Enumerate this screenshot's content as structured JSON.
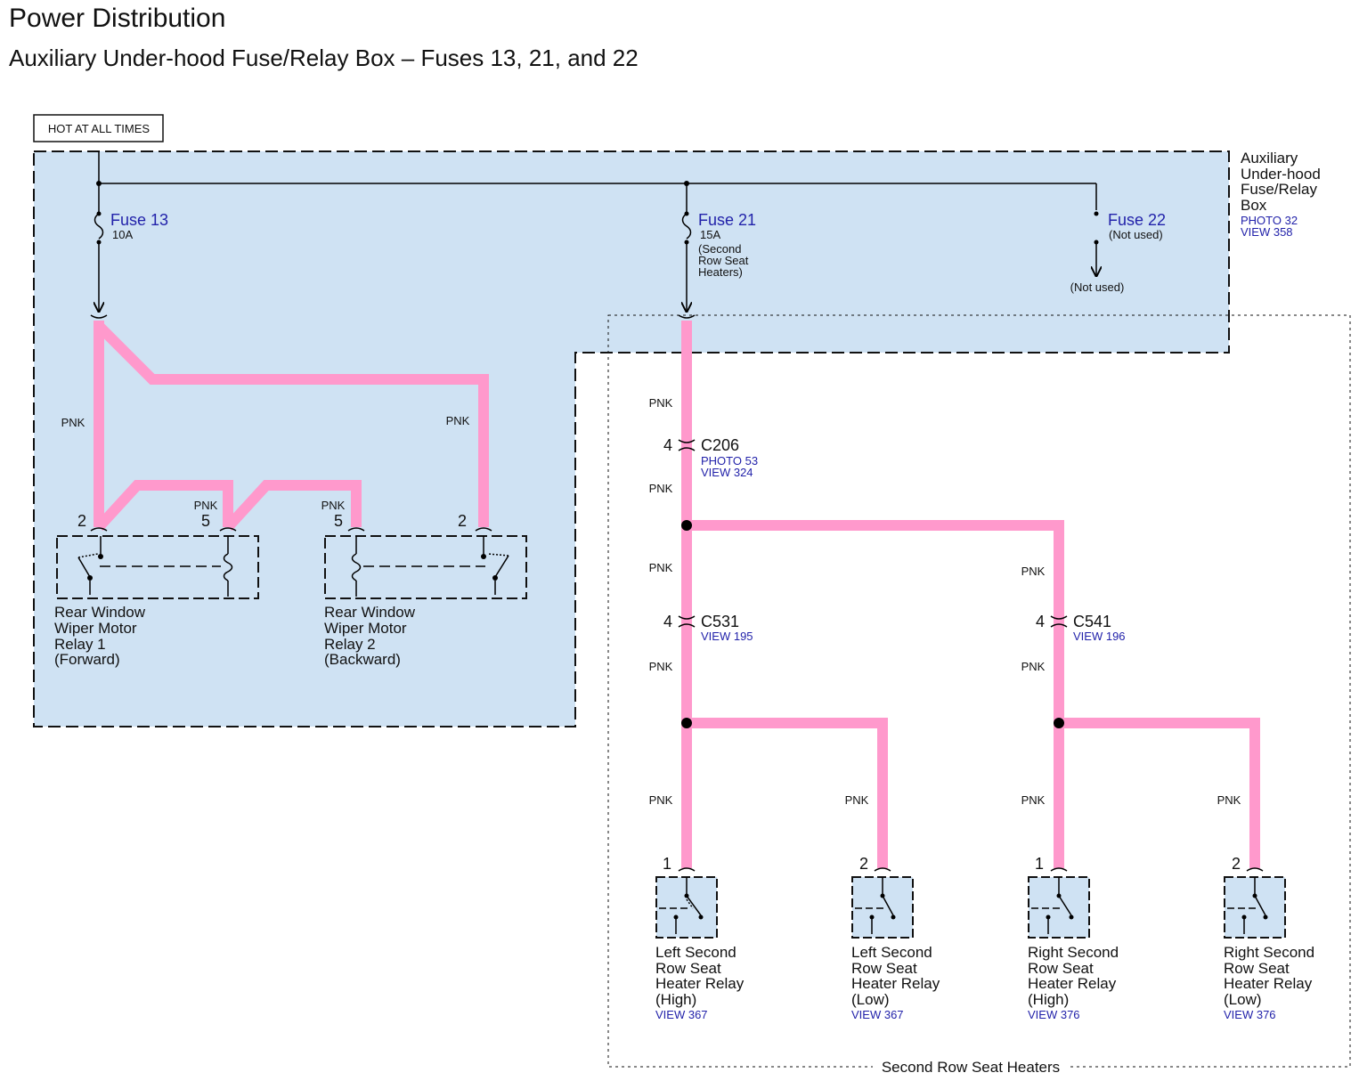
{
  "title": "Power Distribution",
  "subtitle": "Auxiliary Under-hood Fuse/Relay Box – Fuses 13, 21, and 22",
  "hot_label": "HOT AT ALL TIMES",
  "fuse_box": {
    "label_lines": [
      "Auxiliary",
      "Under-hood",
      "Fuse/Relay",
      "Box"
    ],
    "refs": [
      "PHOTO 32",
      "VIEW 358"
    ]
  },
  "fuses": [
    {
      "name": "Fuse 13",
      "rating": "10A",
      "notes": []
    },
    {
      "name": "Fuse 21",
      "rating": "15A",
      "notes": [
        "(Second",
        "Row Seat",
        "Heaters)"
      ]
    },
    {
      "name": "Fuse 22",
      "rating": "(Not used)",
      "notes": [],
      "output_label": "(Not used)"
    }
  ],
  "wire_color": "PNK",
  "wire_color_hex": "#ff99cc",
  "box_fill_hex": "#cfe2f3",
  "connectors": [
    {
      "id": "C206",
      "pin": "4",
      "refs": [
        "PHOTO 53",
        "VIEW 324"
      ]
    },
    {
      "id": "C531",
      "pin": "4",
      "refs": [
        "VIEW 195"
      ]
    },
    {
      "id": "C541",
      "pin": "4",
      "refs": [
        "VIEW 196"
      ]
    }
  ],
  "wiper_relays": [
    {
      "label_lines": [
        "Rear Window",
        "Wiper Motor",
        "Relay 1",
        "(Forward)"
      ],
      "pins": [
        "2",
        "5"
      ]
    },
    {
      "label_lines": [
        "Rear Window",
        "Wiper Motor",
        "Relay 2",
        "(Backward)"
      ],
      "pins": [
        "5",
        "2"
      ]
    }
  ],
  "heater_relays": [
    {
      "pin": "1",
      "label_lines": [
        "Left Second",
        "Row Seat",
        "Heater Relay",
        "(High)"
      ],
      "ref": "VIEW 367"
    },
    {
      "pin": "2",
      "label_lines": [
        "Left Second",
        "Row Seat",
        "Heater Relay",
        "(Low)"
      ],
      "ref": "VIEW 367"
    },
    {
      "pin": "1",
      "label_lines": [
        "Right Second",
        "Row Seat",
        "Heater Relay",
        "(High)"
      ],
      "ref": "VIEW 376"
    },
    {
      "pin": "2",
      "label_lines": [
        "Right Second",
        "Row Seat",
        "Heater Relay",
        "(Low)"
      ],
      "ref": "VIEW 376"
    }
  ],
  "seat_heater_region_label": "Second Row Seat Heaters"
}
